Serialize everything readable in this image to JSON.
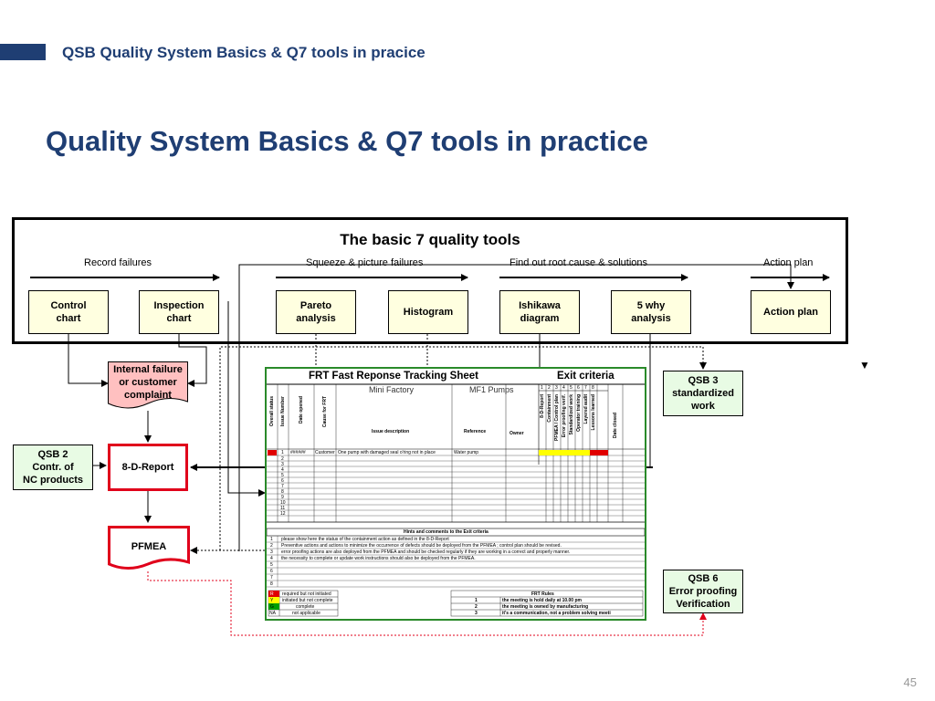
{
  "header": {
    "title": "QSB Quality System Basics & Q7 tools  in pracice"
  },
  "main_title": "Quality System Basics & Q7 tools in practice",
  "tools_panel": {
    "title": "The basic 7 quality tools",
    "phases": [
      "Record failures",
      "Squeeze & picture failures",
      "Find out  root cause & solutions",
      "Action plan"
    ],
    "tools": [
      {
        "label": "Control\nchart"
      },
      {
        "label": "Inspection\nchart"
      },
      {
        "label": "Pareto\nanalysis"
      },
      {
        "label": "Histogram"
      },
      {
        "label": "Ishikawa\ndiagram"
      },
      {
        "label": "5 why\nanalysis"
      },
      {
        "label": "Action plan"
      }
    ]
  },
  "flow": {
    "internal_failure": "Internal failure\nor customer\ncomplaint",
    "report_8d": "8-D-Report",
    "pfmea": "PFMEA",
    "qsb2": "QSB 2\nContr. of\nNC products",
    "qsb3": "QSB 3\nstandardized\nwork",
    "qsb6": "QSB 6\nError proofing\nVerification",
    "marker": "▼"
  },
  "sheet": {
    "title": "FRT Fast Reponse Tracking Sheet",
    "exit_criteria": "Exit criteria",
    "subtitles": [
      "Mini Factory",
      "MF1 Pumps"
    ],
    "columns": [
      "Overall status",
      "Issue Number",
      "Date opened",
      "Cause for FRT",
      "Issue description",
      "Reference",
      "Owner"
    ],
    "exit_columns": [
      "8-D-Report",
      "Containment",
      "PFMEA / Control plan",
      "Error proofing verif.",
      "Standardized work",
      "Operator training",
      "Layered audit",
      "Lessons learned",
      "Date closed"
    ],
    "exit_numbers": [
      "1",
      "2",
      "3",
      "4",
      "5",
      "6",
      "7",
      "8"
    ],
    "row1": {
      "num": "1",
      "date": "######",
      "cause": "Customer",
      "issue": "One pump with damaged seal o'ring not in place",
      "reference": "Water pump"
    },
    "row_numbers": [
      "1",
      "2",
      "3",
      "4",
      "5",
      "6",
      "7",
      "8",
      "9",
      "10",
      "11",
      "12"
    ],
    "hints_title": "Hints and comments to the Exit criteria",
    "hints": [
      "please show here the status of the containment action as defined in the 8-D-Report",
      "Preventive actions and actions to minimize the occurrence of defects should be deployed from the PFMEA ; control plan should be revised.",
      "error proofing actions are also deployed from the PFMEA and should be checked regularly if they are working in a correct and properly manner.",
      "the necessity to complete or update work instructions should also be deployed from the PFMEA.",
      "",
      "",
      "",
      ""
    ],
    "hint_numbers": [
      "1",
      "2",
      "3",
      "4",
      "5",
      "6",
      "7",
      "8"
    ],
    "legend": [
      {
        "code": "R",
        "text": "required but not initiated",
        "color": "#e00000"
      },
      {
        "code": "Y",
        "text": "initiated but not complete",
        "color": "#ffff00"
      },
      {
        "code": "G",
        "text": "complete",
        "color": "#00a000"
      },
      {
        "code": "NA",
        "text": "not applicable",
        "color": "#ffffff"
      }
    ],
    "rules_title": "FRT Rules",
    "rules": [
      {
        "n": "1",
        "text": "the meeting is hold daily  at 10.00 pm"
      },
      {
        "n": "2",
        "text": "the meeting is owned by manufacturing"
      },
      {
        "n": "3",
        "text": "it's a communication, not a problem solving meeti"
      }
    ]
  },
  "page_number": "45"
}
